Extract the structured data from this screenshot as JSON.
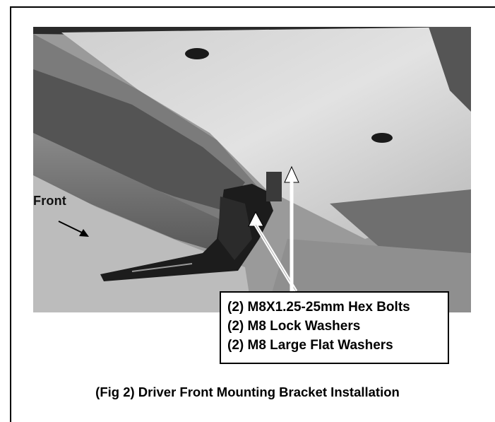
{
  "figure": {
    "direction_label": "Front",
    "callout_lines": [
      "(2) M8X1.25-25mm Hex Bolts",
      "(2) M8 Lock Washers",
      "(2) M8 Large Flat Washers"
    ],
    "caption": "(Fig 2) Driver Front Mounting Bracket Installation"
  },
  "icons": {
    "direction_arrow": "arrow-down-right-icon",
    "pointer_arrows": "arrow-up-icon"
  }
}
